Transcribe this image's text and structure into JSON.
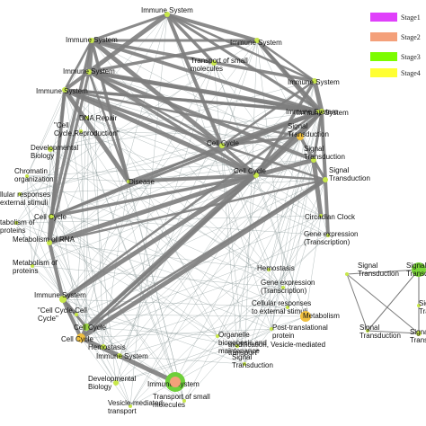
{
  "legend": [
    {
      "label": "Stage1",
      "color": "#e040fb"
    },
    {
      "label": "Stage2",
      "color": "#f4a07a"
    },
    {
      "label": "Stage3",
      "color": "#7cfc00"
    },
    {
      "label": "Stage4",
      "color": "#ffff33"
    }
  ],
  "nodes": [
    {
      "id": "n1",
      "label": [
        "Immune System"
      ]
    },
    {
      "id": "n2",
      "label": [
        "Immune System"
      ]
    },
    {
      "id": "n3",
      "label": [
        "Immune System"
      ]
    },
    {
      "id": "n4",
      "label": [
        "Transport of small",
        "molecules"
      ]
    },
    {
      "id": "n5",
      "label": [
        "Immune System"
      ]
    },
    {
      "id": "n6",
      "label": [
        "Immune System"
      ]
    },
    {
      "id": "n7",
      "label": [
        "Immune System"
      ]
    },
    {
      "id": "n8",
      "label": [
        "Immune System"
      ]
    },
    {
      "id": "n9",
      "label": [
        "DNA Repair"
      ]
    },
    {
      "id": "n10",
      "label": [
        "\"Cell",
        "Cycle,Reproduction\""
      ]
    },
    {
      "id": "n11",
      "label": [
        "Developmental",
        "Biology"
      ]
    },
    {
      "id": "n12",
      "label": [
        "Chromatin",
        "organization"
      ]
    },
    {
      "id": "n13",
      "label": [
        "llular responses",
        "external stimuli"
      ]
    },
    {
      "id": "n14",
      "label": [
        "tabolism of",
        "proteins"
      ]
    },
    {
      "id": "n15",
      "label": [
        "Cell Cycle"
      ]
    },
    {
      "id": "n16",
      "label": [
        "Metabolism of RNA"
      ]
    },
    {
      "id": "n17",
      "label": [
        "Metabolism of",
        "proteins"
      ]
    },
    {
      "id": "n18",
      "label": [
        "Immune System"
      ]
    },
    {
      "id": "n19",
      "label": [
        "\"Cell Cycle,Cell",
        "Cycle\""
      ]
    },
    {
      "id": "n20",
      "label": [
        "Cell Cycle"
      ]
    },
    {
      "id": "n21",
      "label": [
        "Cell Cycle"
      ]
    },
    {
      "id": "n22",
      "label": [
        "Hemostasis"
      ]
    },
    {
      "id": "n23",
      "label": [
        "Immune System"
      ]
    },
    {
      "id": "n24",
      "label": [
        "Developmental",
        "Biology"
      ]
    },
    {
      "id": "n25",
      "label": [
        "Immune System"
      ]
    },
    {
      "id": "n26",
      "label": [
        "Vesicle-mediated",
        "transport"
      ]
    },
    {
      "id": "n27",
      "label": [
        "Transport of small",
        "molecules"
      ]
    },
    {
      "id": "n28",
      "label": [
        "Signal",
        "Transduction"
      ]
    },
    {
      "id": "n29",
      "label": [
        "modification, Vesicle-mediated",
        "transport\""
      ]
    },
    {
      "id": "n30",
      "label": [
        "Organelle",
        "biogenesis and",
        "maintenance"
      ]
    },
    {
      "id": "n31",
      "label": [
        "Post-translational",
        "protein"
      ]
    },
    {
      "id": "n32",
      "label": [
        "Disease"
      ]
    },
    {
      "id": "n33",
      "label": [
        "Cell Cycle"
      ]
    },
    {
      "id": "n34",
      "label": [
        "Cell Cycle"
      ]
    },
    {
      "id": "n35",
      "label": [
        "Signal",
        "Transduction"
      ]
    },
    {
      "id": "n36",
      "label": [
        "Immune System"
      ]
    },
    {
      "id": "n37",
      "label": [
        "Signal",
        "Transduction"
      ]
    },
    {
      "id": "n38",
      "label": [
        "Signal",
        "Transduction"
      ]
    },
    {
      "id": "n39",
      "label": [
        "Circadian Clock"
      ]
    },
    {
      "id": "n40",
      "label": [
        "Gene expression",
        "(Transcription)"
      ]
    },
    {
      "id": "n41",
      "label": [
        "Hemostasis"
      ]
    },
    {
      "id": "n42",
      "label": [
        "Gene expression",
        "(Transcription)"
      ]
    },
    {
      "id": "n43",
      "label": [
        "Cellular responses",
        "to external stimuli"
      ]
    },
    {
      "id": "n44",
      "label": [
        "Metabolism"
      ]
    },
    {
      "id": "n45",
      "label": [
        "Signal",
        "Transduction"
      ]
    },
    {
      "id": "n46",
      "label": [
        "Signal",
        "Transduction"
      ]
    },
    {
      "id": "n47",
      "label": [
        "Signal",
        "Transduction"
      ]
    },
    {
      "id": "n48",
      "label": [
        "Signal",
        "Transduction"
      ]
    },
    {
      "id": "n49",
      "label": [
        "Signal",
        "Transduction"
      ]
    }
  ]
}
